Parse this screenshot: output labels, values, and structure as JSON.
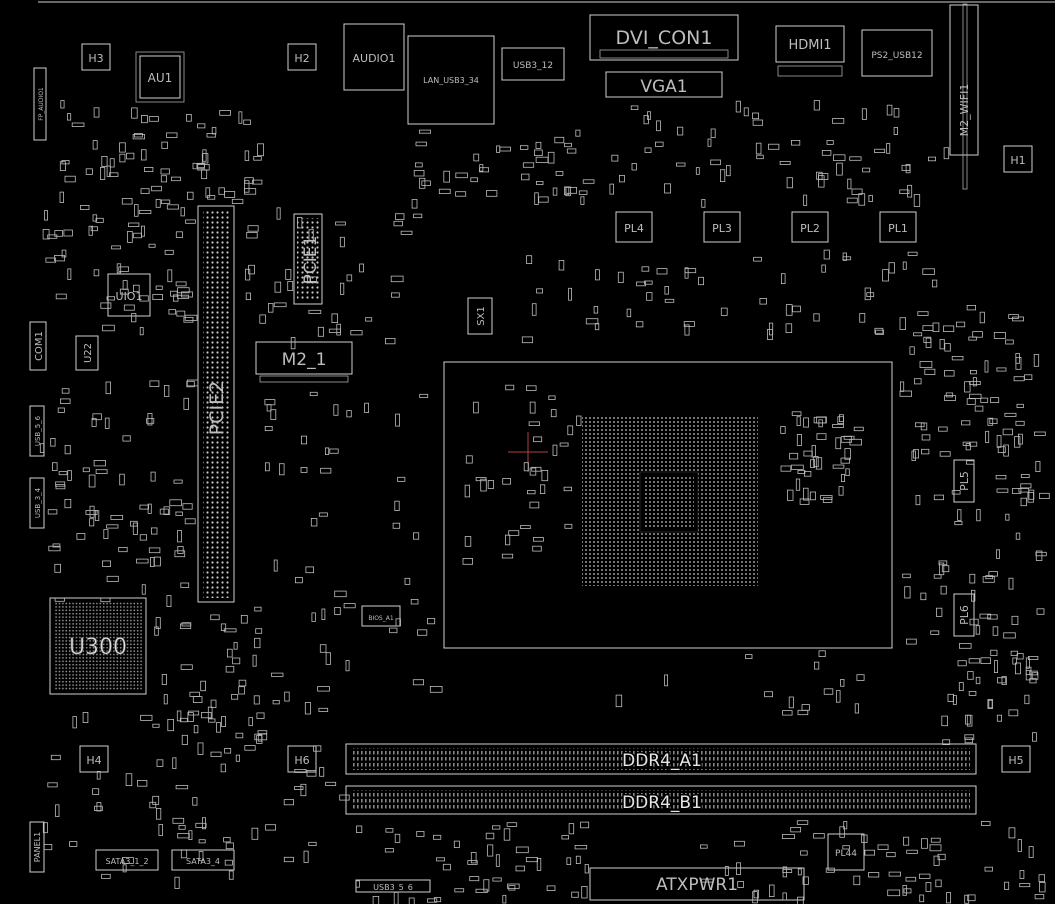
{
  "labels": {
    "dvi": "DVI_CON1",
    "hdmi": "HDMI1",
    "vga": "VGA1",
    "audio": "AUDIO1",
    "lan": "LAN_USB3_34",
    "usb3_12": "USB3_12",
    "ps2": "PS2_USB12",
    "m2_wifi": "M2_WIFI1",
    "au1": "AU1",
    "h1": "H1",
    "h2": "H2",
    "h3": "H3",
    "h4": "H4",
    "h5": "H5",
    "h6": "H6",
    "pl1": "PL1",
    "pl2": "PL2",
    "pl3": "PL3",
    "pl4": "PL4",
    "pl5": "PL5",
    "pl6": "PL6",
    "pl44": "PL44",
    "pcie1": "PCIE1",
    "pcie2": "PCIE2",
    "m2_1": "M2_1",
    "uio1": "UIO1",
    "u22": "U22",
    "com1": "COM1",
    "u300": "U300",
    "sx1": "SX1",
    "ddr4_a1": "DDR4_A1",
    "ddr4_b1": "DDR4_B1",
    "atxpwr": "ATXPWR1",
    "sata12": "SATA3_1_2",
    "sata34": "SATA3_4",
    "usb3_56": "USB3_5_6",
    "panel": "PANEL1",
    "usb56": "USB_5_6",
    "usb34": "USB_3_4",
    "bios": "BIOS_A1",
    "fpaudio": "FP_AUDIO1"
  }
}
